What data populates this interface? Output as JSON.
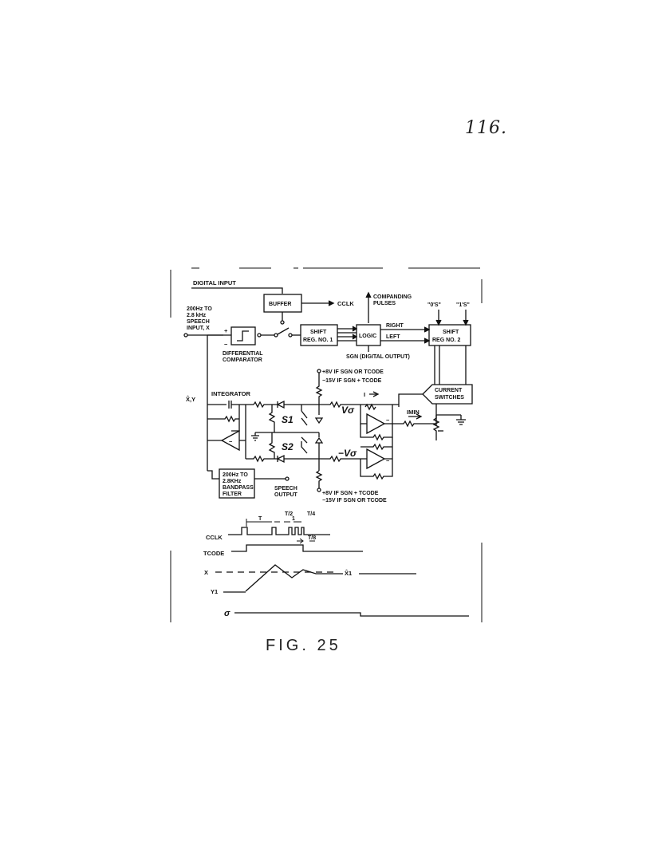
{
  "page_number": "116.",
  "figure_caption": "FIG. 25",
  "schematic": {
    "digital_input": "DIGITAL INPUT",
    "buffer": "BUFFER",
    "cclk_out": "CCLK",
    "companding_pulses": [
      "COMPANDING",
      "PULSES"
    ],
    "zeros_label": "\"0'S\"",
    "ones_label": "\"1'S\"",
    "speech_input": [
      "200Hz TO",
      "2.8 kHz",
      "SPEECH",
      "INPUT, X"
    ],
    "plus": "+",
    "minus": "−",
    "differential_comparator": [
      "DIFFERENTIAL",
      "COMPARATOR"
    ],
    "shift_reg1": [
      "SHIFT",
      "REG. NO. 1"
    ],
    "logic": "LOGIC",
    "right": "RIGHT",
    "left": "LEFT",
    "shift_reg2": [
      "SHIFT",
      "REG NO. 2"
    ],
    "sgn_output": "SGN (DIGITAL OUTPUT)",
    "x_hat_y": "X̂,Y",
    "integrator": "INTEGRATOR",
    "supply_top": [
      "+8V IF SGN OR TCODE",
      "−15V IF SGN + TCODE"
    ],
    "current_switches": [
      "CURRENT",
      "SWITCHES"
    ],
    "s1": "S1",
    "s2": "S2",
    "v_sigma": "Vσ",
    "neg_v_sigma": "−Vσ",
    "i_label": "I",
    "i_min": "IMIN",
    "bandpass_filter": [
      "200Hz TO",
      "2.8KHz",
      "BANDPASS",
      "FILTER"
    ],
    "speech_output": [
      "SPEECH",
      "OUTPUT"
    ],
    "supply_bottom": [
      "+8V IF SGN + TCODE",
      "−15V IF SGN OR TCODE"
    ]
  },
  "timing": {
    "cclk": "CCLK",
    "tcode": "TCODE",
    "x": "X",
    "y1": "Y1",
    "x_hat1": "X̂1",
    "sigma": "σ",
    "T": "T",
    "T2": "T/2",
    "T_1": "1",
    "T4": "T/4",
    "T8": "T/8"
  }
}
